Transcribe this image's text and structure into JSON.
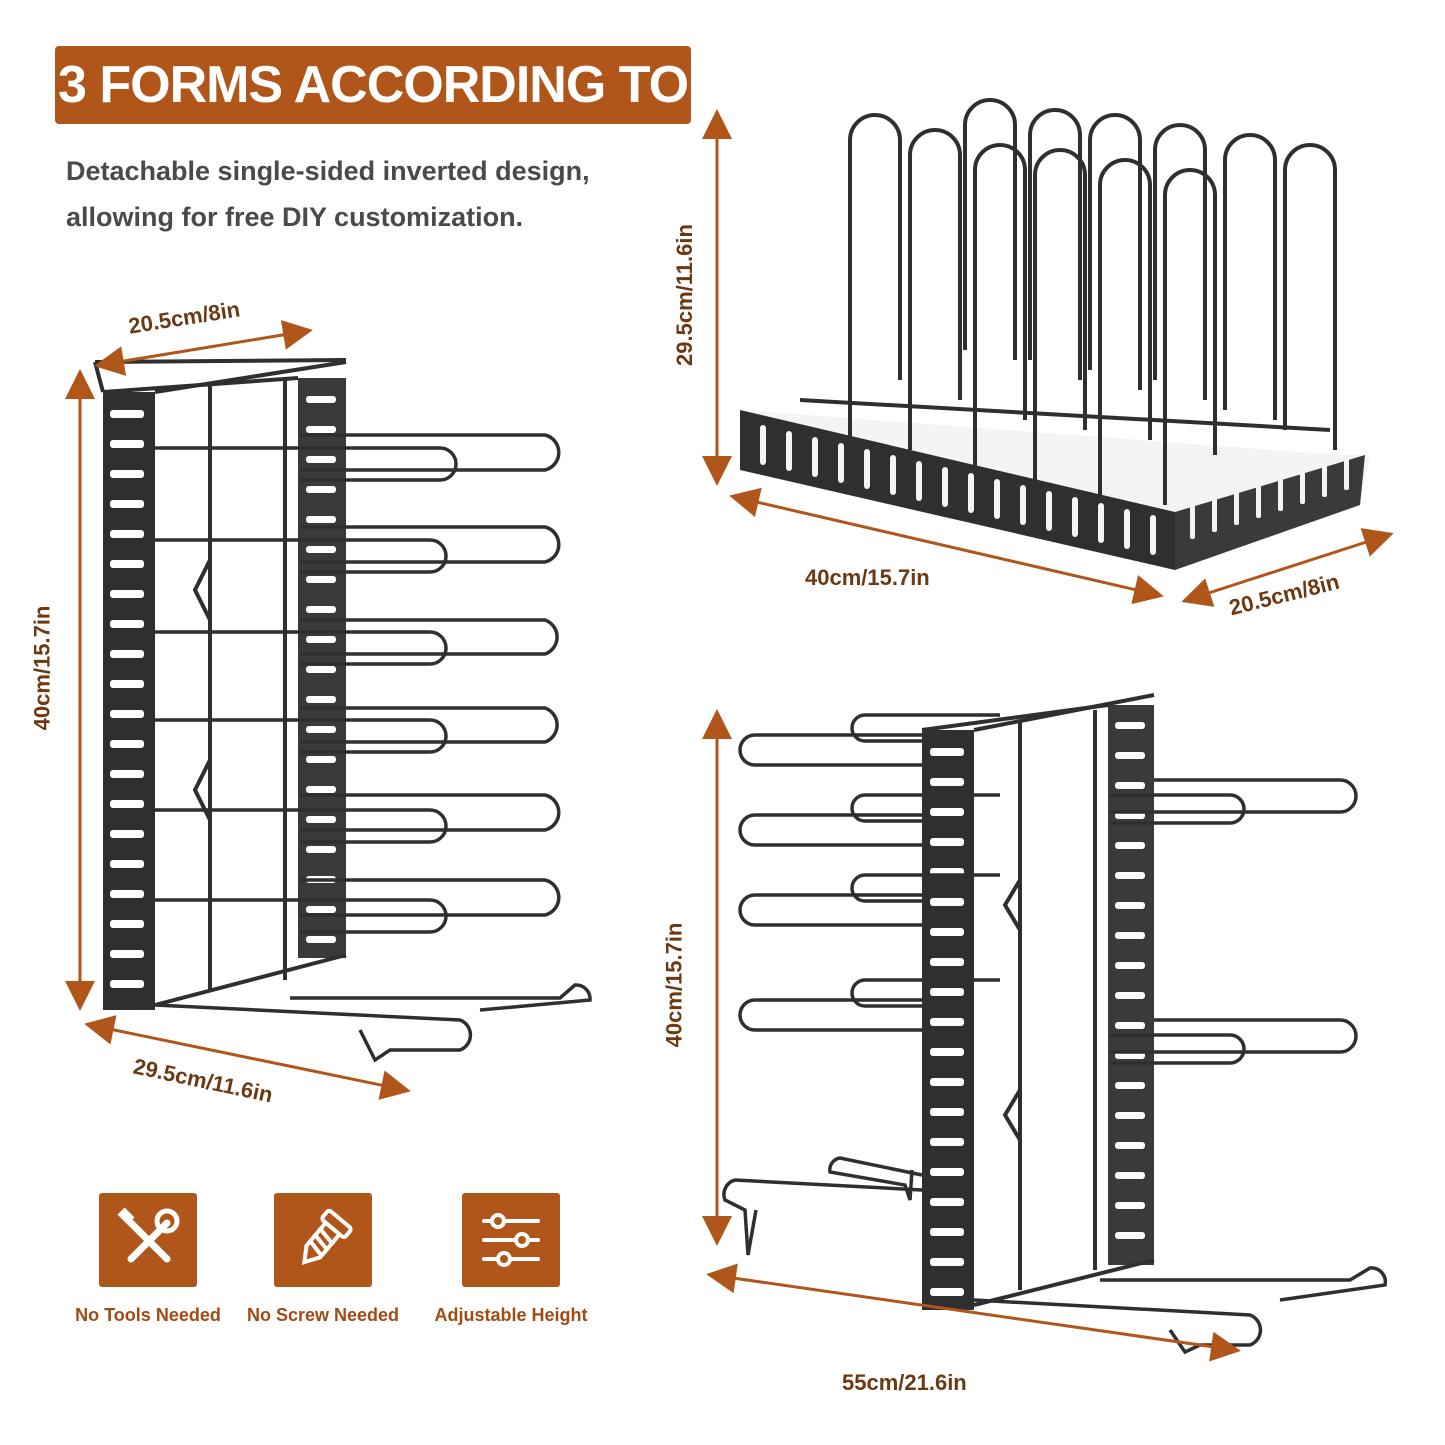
{
  "header": {
    "title": "3 FORMS ACCORDING TO",
    "subtitle_lines": [
      "Detachable single-sided inverted design,",
      "allowing for free DIY customization."
    ]
  },
  "colors": {
    "accent": "#b0561a",
    "dimension_text": "#6b3a12",
    "rack_metal": "#2f2f2f",
    "subtitle_text": "#4a4a4a"
  },
  "forms": {
    "vertical": {
      "width_label": "20.5cm/8in",
      "height_label": "40cm/15.7in",
      "depth_label": "29.5cm/11.6in"
    },
    "lid_rack": {
      "height_label": "29.5cm/11.6in",
      "length_label": "40cm/15.7in",
      "width_label": "20.5cm/8in"
    },
    "double_sided": {
      "height_label": "40cm/15.7in",
      "width_label": "55cm/21.6in"
    }
  },
  "features": [
    {
      "icon": "tools-icon",
      "label": "No Tools Needed"
    },
    {
      "icon": "screw-icon",
      "label": "No Screw Needed"
    },
    {
      "icon": "sliders-icon",
      "label": "Adjustable Height"
    }
  ]
}
